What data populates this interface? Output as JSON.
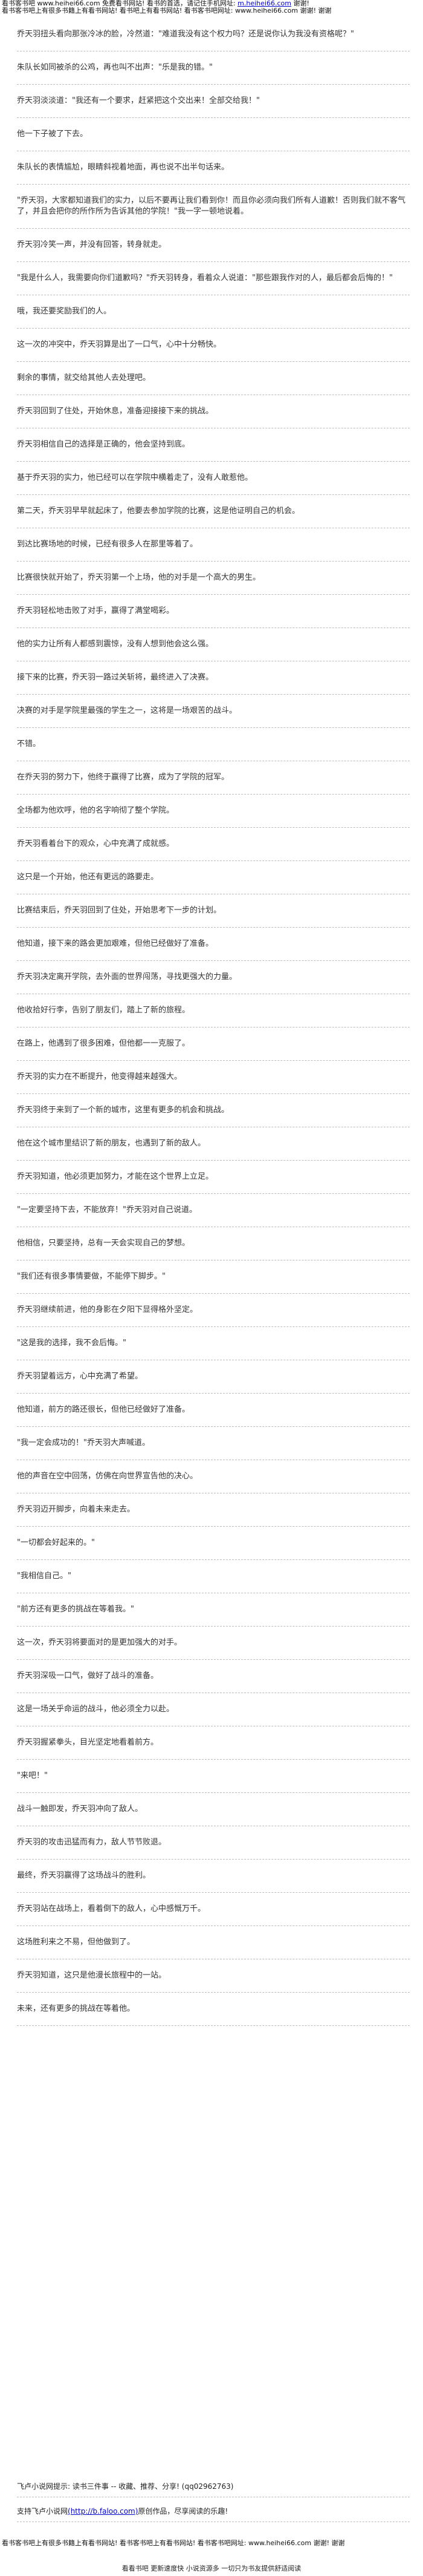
{
  "header": {
    "line1_text": "看书客书吧 www.heihei66.com 免费看书网站! 看书的首选，请记住手机网址: ",
    "line1_link": "m.heihei66.com",
    "line1_suffix": " 谢谢!",
    "line2_text": "看书客书吧上有很多书籍上有看书网站! 看书吧上有看书网站! 看书客书吧网址: www.heihei66.com 谢谢! 谢谢"
  },
  "paragraphs": [
    "乔天羽扭头看向那张冷冰的脸，冷然道：\"难道我没有这个权力吗？还是说你认为我没有资格呢？\"",
    "朱队长如同被杀的公鸡，再也叫不出声：\"乐是我的错。\"",
    "乔天羽淡淡道：\"我还有一个要求，赶紧把这个交出来！全部交给我！\"",
    "他一下子被了下去。",
    "朱队长的表情尴尬，眼睛斜视着地面，再也说不出半句话来。",
    "\"乔天羽，大家都知道我们的实力，以后不要再让我们看到你！而且你必须向我们所有人道歉！否则我们就不客气了，并且会把你的所作所为告诉其他的学院！\"我一字一顿地说着。",
    "乔天羽冷笑一声，并没有回答，转身就走。",
    "\"我是什么人，我需要向你们道歉吗？\"乔天羽转身，看着众人说道：\"那些跟我作对的人，最后都会后悔的！\"",
    "哦，我还要奖励我们的人。",
    "这一次的冲突中，乔天羽算是出了一口气，心中十分畅快。",
    "剩余的事情，就交给其他人去处理吧。",
    "乔天羽回到了住处，开始休息，准备迎接接下来的挑战。",
    "乔天羽相信自己的选择是正确的，他会坚持到底。",
    "基于乔天羽的实力，他已经可以在学院中横着走了，没有人敢惹他。",
    "第二天，乔天羽早早就起床了，他要去参加学院的比赛，这是他证明自己的机会。",
    "到达比赛场地的时候，已经有很多人在那里等着了。",
    "比赛很快就开始了，乔天羽第一个上场，他的对手是一个高大的男生。",
    "乔天羽轻松地击败了对手，赢得了满堂喝彩。",
    "他的实力让所有人都感到震惊，没有人想到他会这么强。",
    "接下来的比赛，乔天羽一路过关斩将，最终进入了决赛。",
    "决赛的对手是学院里最强的学生之一，这将是一场艰苦的战斗。",
    "不错。",
    "在乔天羽的努力下，他终于赢得了比赛，成为了学院的冠军。",
    "全场都为他欢呼，他的名字响彻了整个学院。",
    "乔天羽看着台下的观众，心中充满了成就感。",
    "这只是一个开始，他还有更远的路要走。",
    "比赛结束后，乔天羽回到了住处，开始思考下一步的计划。",
    "他知道，接下来的路会更加艰难，但他已经做好了准备。",
    "乔天羽决定离开学院，去外面的世界闯荡，寻找更强大的力量。",
    "他收拾好行李，告别了朋友们，踏上了新的旅程。",
    "在路上，他遇到了很多困难，但他都一一克服了。",
    "乔天羽的实力在不断提升，他变得越来越强大。",
    "乔天羽终于来到了一个新的城市，这里有更多的机会和挑战。",
    "他在这个城市里结识了新的朋友，也遇到了新的敌人。",
    "乔天羽知道，他必须更加努力，才能在这个世界上立足。",
    "\"一定要坚持下去，不能放弃！\"乔天羽对自己说道。",
    "他相信，只要坚持，总有一天会实现自己的梦想。",
    "\"我们还有很多事情要做，不能停下脚步。\"",
    "乔天羽继续前进，他的身影在夕阳下显得格外坚定。",
    "\"这是我的选择，我不会后悔。\"",
    "乔天羽望着远方，心中充满了希望。",
    "他知道，前方的路还很长，但他已经做好了准备。",
    "\"我一定会成功的！\"乔天羽大声喊道。",
    "他的声音在空中回荡，仿佛在向世界宣告他的决心。",
    "乔天羽迈开脚步，向着未来走去。",
    "\"一切都会好起来的。\"",
    "\"我相信自己。\"",
    "\"前方还有更多的挑战在等着我。\"",
    "这一次，乔天羽将要面对的是更加强大的对手。",
    "乔天羽深吸一口气，做好了战斗的准备。",
    "这是一场关乎命运的战斗，他必须全力以赴。",
    "乔天羽握紧拳头，目光坚定地看着前方。",
    "\"来吧！\"",
    "战斗一触即发，乔天羽冲向了敌人。",
    "乔天羽的攻击迅猛而有力，敌人节节败退。",
    "最终，乔天羽赢得了这场战斗的胜利。",
    "乔天羽站在战场上，看着倒下的敌人，心中感慨万千。",
    "这场胜利来之不易，但他做到了。",
    "乔天羽知道，这只是他漫长旅程中的一站。",
    "未来，还有更多的挑战在等着他。"
  ],
  "footer": {
    "line1_text": "飞卢小说网提示: 读书三件事 -- 收藏、推荐、分享! (qq02962763)",
    "line2_text": "支持飞卢小说网",
    "line2_link": "(http://b.faloo.com)",
    "line2_suffix": "原创作品，尽享阅读的乐趣!"
  },
  "bottom": {
    "line1_text": "看书客书吧上有很多书籍上有看书网站! 看书客书吧上有看书网站! 看书客书吧网址: www.heihei66.com 谢谢! 谢谢",
    "tagline": "看看书吧 更新速度快 小说资源多 一切只为书友提供舒适阅读"
  }
}
